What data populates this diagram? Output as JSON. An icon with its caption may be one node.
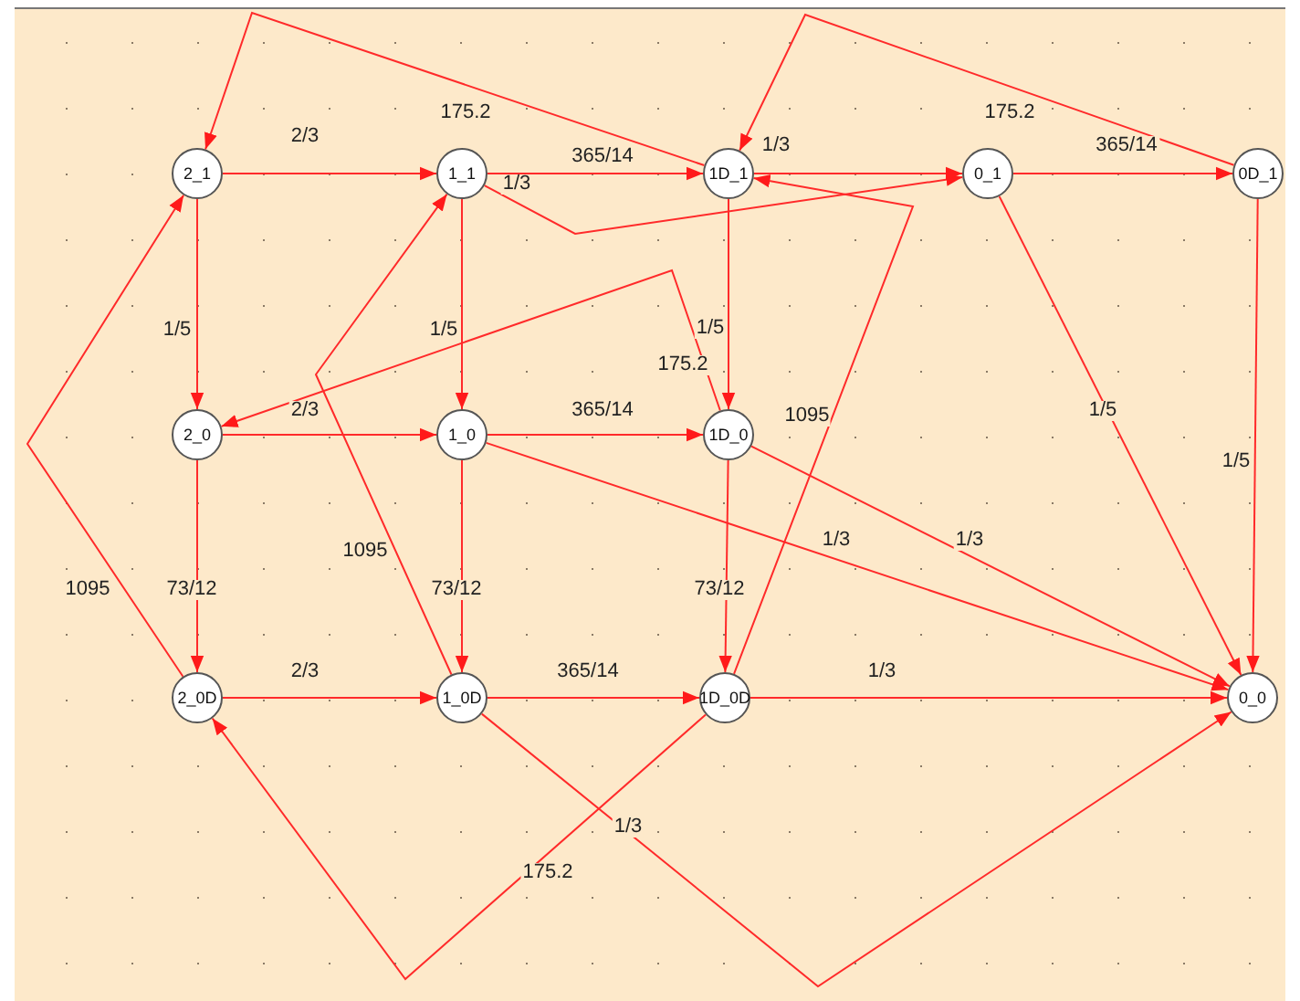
{
  "diagram": {
    "nodes": [
      {
        "text": [
          "2_1"
        ]
      },
      {
        "text": [
          "1_1"
        ]
      },
      {
        "text": [
          "1D_1"
        ]
      },
      {
        "text": [
          "0_1"
        ]
      },
      {
        "text": [
          "0D_1"
        ]
      },
      {
        "text": [
          "2_0"
        ]
      },
      {
        "text": [
          "1_0"
        ]
      },
      {
        "text": [
          "1D_0"
        ]
      },
      {
        "text": [
          "2_0D"
        ]
      },
      {
        "text": [
          "1_0D"
        ]
      },
      {
        "text": [
          "1D_0D"
        ]
      },
      {
        "text": [
          "0_0"
        ]
      }
    ],
    "edges": [
      {
        "from": 0,
        "to": 1,
        "arrow": "to",
        "label": "2/3"
      },
      {
        "from": 1,
        "to": 2,
        "arrow": "to",
        "label": "365/14"
      },
      {
        "from": 1,
        "to": 3,
        "arrow": "to",
        "label": "1/3"
      },
      {
        "from": 2,
        "to": 3,
        "arrow": "to",
        "label": "1/3"
      },
      {
        "from": 3,
        "to": 4,
        "arrow": "to",
        "label": "365/14"
      },
      {
        "from": 2,
        "to": 0,
        "arrow": "to",
        "label": "175.2"
      },
      {
        "from": 4,
        "to": 2,
        "arrow": "to",
        "label": "175.2"
      },
      {
        "from": 0,
        "to": 5,
        "arrow": "to",
        "label": "1/5"
      },
      {
        "from": 1,
        "to": 6,
        "arrow": "to",
        "label": "1/5"
      },
      {
        "from": 2,
        "to": 7,
        "arrow": "to",
        "label": "1/5"
      },
      {
        "from": 3,
        "to": 11,
        "arrow": "to",
        "label": "1/5"
      },
      {
        "from": 4,
        "to": 11,
        "arrow": "to",
        "label": "1/5"
      },
      {
        "from": 5,
        "to": 6,
        "arrow": "to",
        "label": "2/3"
      },
      {
        "from": 6,
        "to": 7,
        "arrow": "to",
        "label": "365/14"
      },
      {
        "from": 6,
        "to": 11,
        "arrow": "to",
        "label": "1/3"
      },
      {
        "from": 7,
        "to": 11,
        "arrow": "to",
        "label": "1/3"
      },
      {
        "from": 7,
        "to": 5,
        "arrow": "to",
        "label": "175.2"
      },
      {
        "from": 5,
        "to": 8,
        "arrow": "to",
        "label": "73/12"
      },
      {
        "from": 6,
        "to": 9,
        "arrow": "to",
        "label": "73/12"
      },
      {
        "from": 7,
        "to": 10,
        "arrow": "to",
        "label": "73/12"
      },
      {
        "from": 8,
        "to": 9,
        "arrow": "to",
        "label": "2/3"
      },
      {
        "from": 9,
        "to": 10,
        "arrow": "to",
        "label": "365/14"
      },
      {
        "from": 10,
        "to": 11,
        "arrow": "to",
        "label": "1/3"
      },
      {
        "from": 9,
        "to": 11,
        "arrow": "to",
        "label": "1/3"
      },
      {
        "from": 10,
        "to": 8,
        "arrow": "to",
        "label": "175.2"
      },
      {
        "from": 8,
        "to": 0,
        "arrow": "to",
        "label": "1095"
      },
      {
        "from": 9,
        "to": 1,
        "arrow": "to",
        "label": "1095"
      },
      {
        "from": 10,
        "to": 2,
        "arrow": "to",
        "label": "1095"
      }
    ]
  }
}
